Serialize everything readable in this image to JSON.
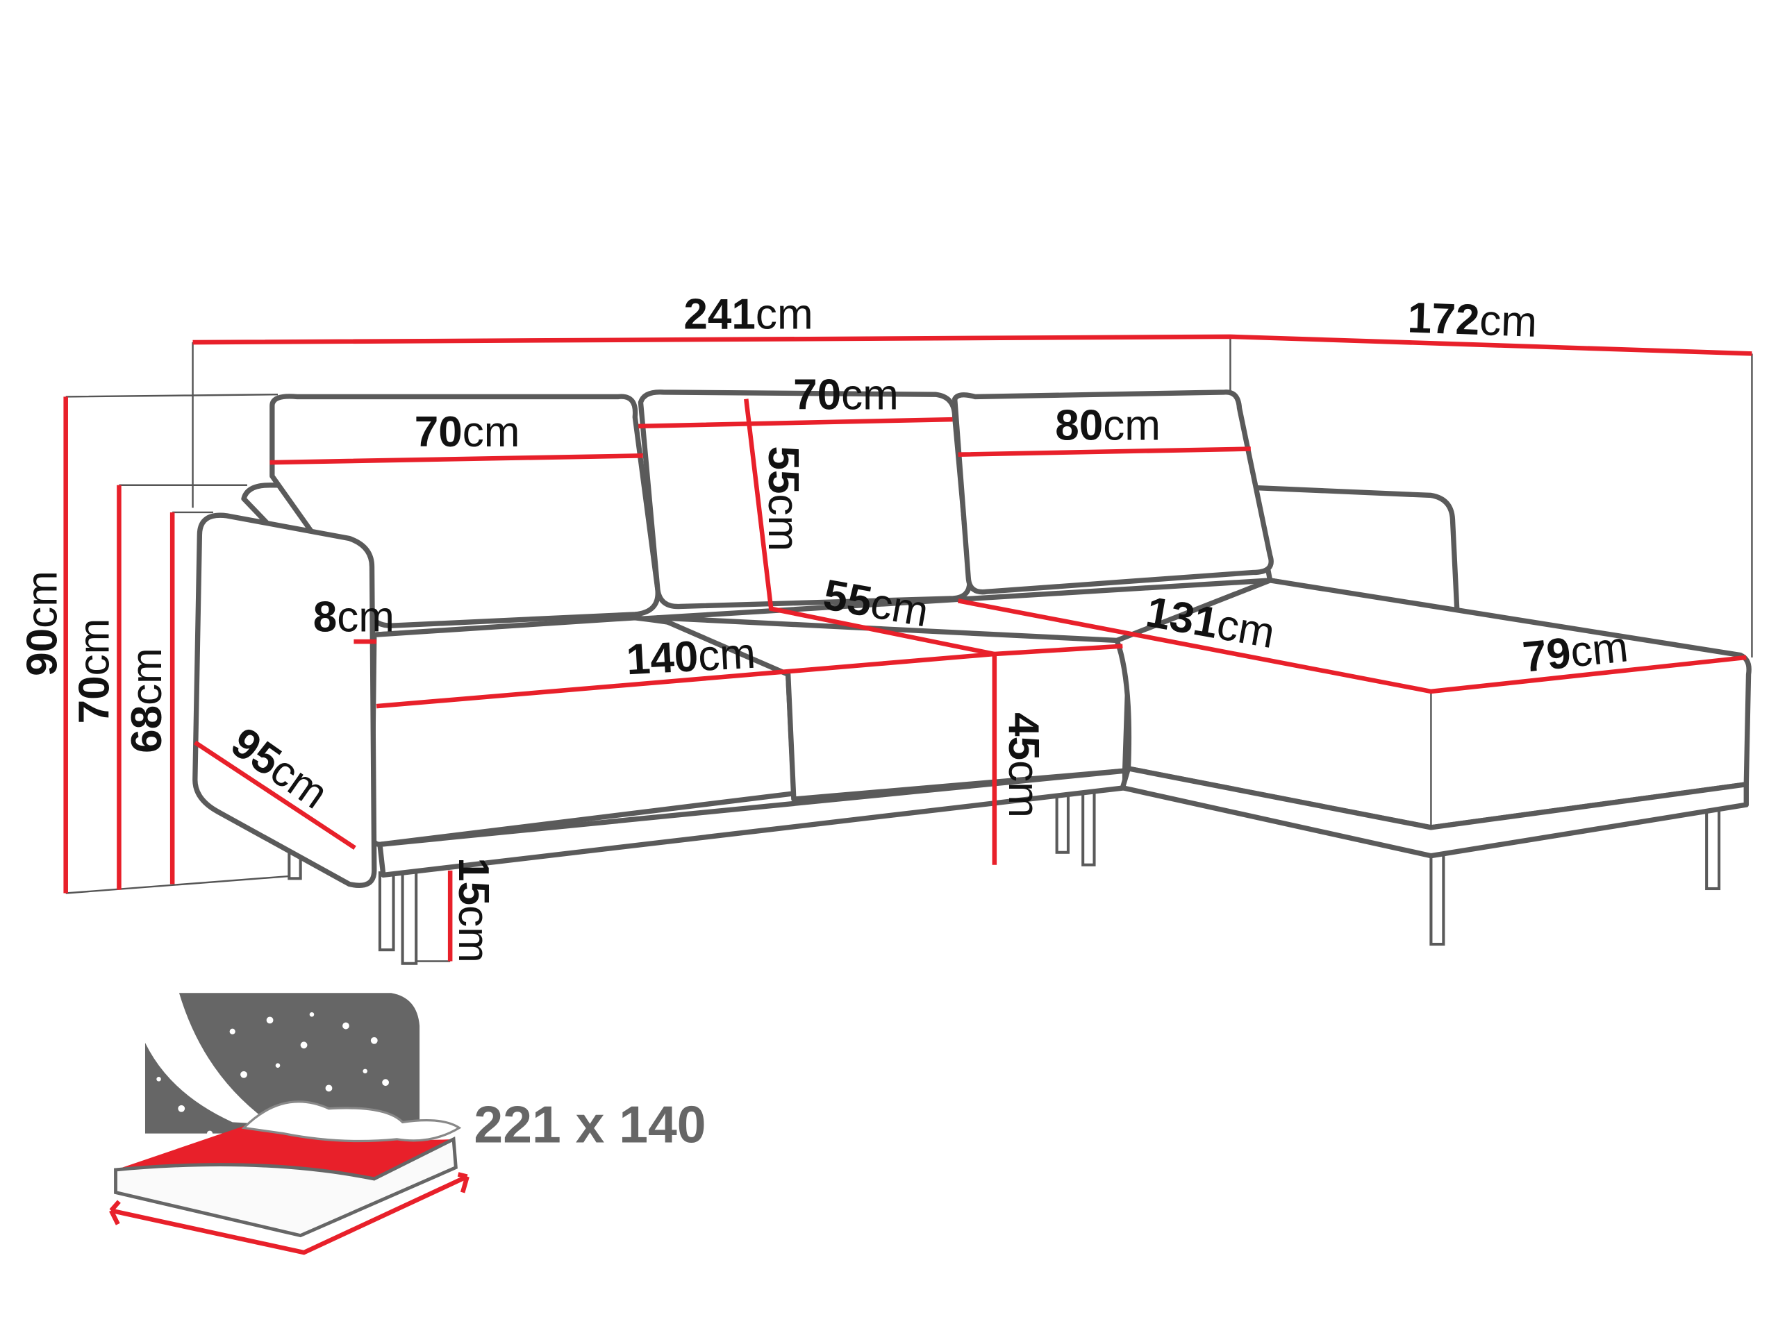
{
  "dimensions": {
    "total_width": {
      "value": "241",
      "unit": "cm"
    },
    "chaise_depth": {
      "value": "172",
      "unit": "cm"
    },
    "cushion_left_width": {
      "value": "70",
      "unit": "cm"
    },
    "cushion_middle_width": {
      "value": "70",
      "unit": "cm"
    },
    "cushion_right_width": {
      "value": "80",
      "unit": "cm"
    },
    "cushion_height": {
      "value": "55",
      "unit": "cm"
    },
    "seat_depth": {
      "value": "55",
      "unit": "cm"
    },
    "armrest_width": {
      "value": "8",
      "unit": "cm"
    },
    "seat_width": {
      "value": "140",
      "unit": "cm"
    },
    "chaise_length": {
      "value": "131",
      "unit": "cm"
    },
    "chaise_width": {
      "value": "79",
      "unit": "cm"
    },
    "sofa_depth": {
      "value": "95",
      "unit": "cm"
    },
    "seat_height": {
      "value": "45",
      "unit": "cm"
    },
    "leg_height": {
      "value": "15",
      "unit": "cm"
    },
    "total_height": {
      "value": "90",
      "unit": "cm"
    },
    "back_height": {
      "value": "70",
      "unit": "cm"
    },
    "armrest_height": {
      "value": "68",
      "unit": "cm"
    }
  },
  "sleeping_area": {
    "label": "221 x 140"
  },
  "colors": {
    "accent": "#e8202a",
    "outline": "#5a5a5a",
    "icon_gray": "#666666"
  }
}
